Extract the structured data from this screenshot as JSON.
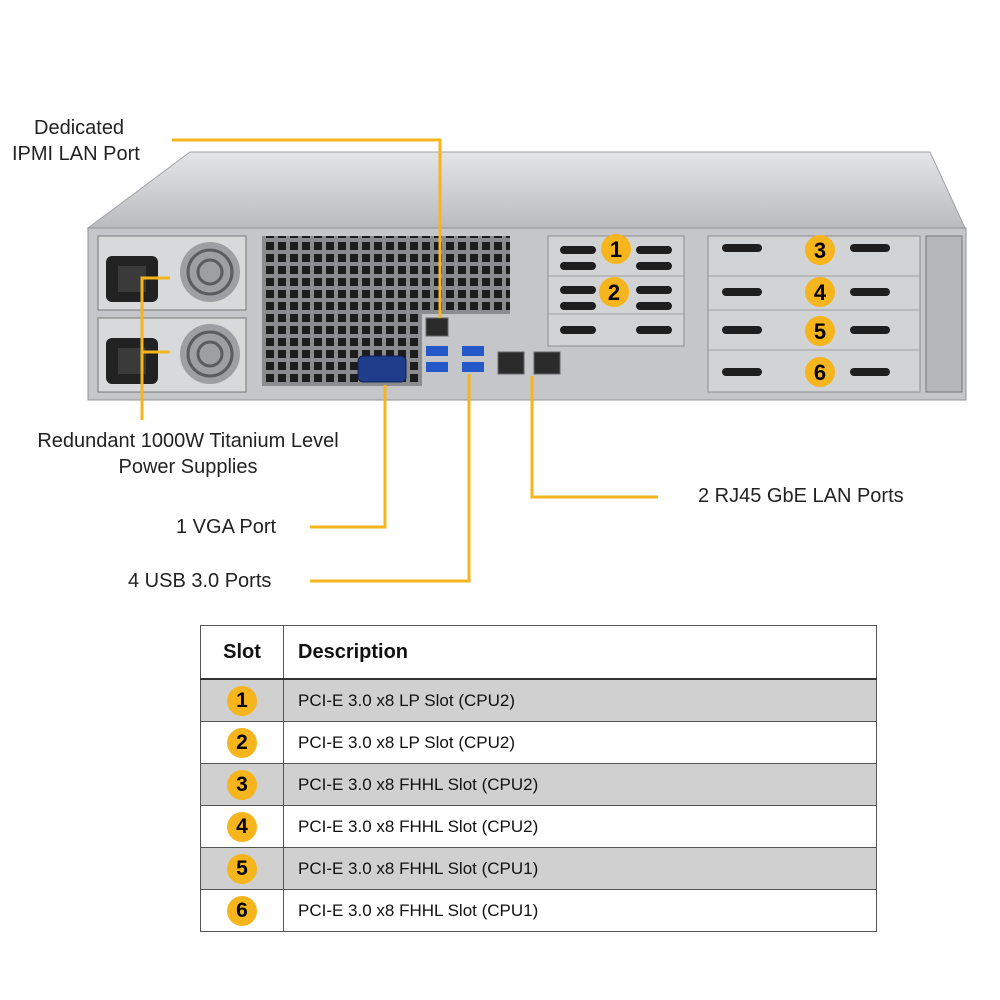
{
  "callouts": {
    "ipmi_line1": "Dedicated",
    "ipmi_line2": "IPMI LAN Port",
    "psu_line1": "Redundant 1000W Titanium Level",
    "psu_line2": "Power Supplies",
    "vga": "1 VGA Port",
    "usb": "4 USB 3.0 Ports",
    "lan": "2 RJ45 GbE LAN Ports"
  },
  "slot_badges": [
    "1",
    "2",
    "3",
    "4",
    "5",
    "6"
  ],
  "table": {
    "header": {
      "slot": "Slot",
      "description": "Description"
    },
    "rows": [
      {
        "slot": "1",
        "description": "PCI-E 3.0 x8 LP Slot (CPU2)"
      },
      {
        "slot": "2",
        "description": "PCI-E 3.0 x8 LP Slot (CPU2)"
      },
      {
        "slot": "3",
        "description": "PCI-E 3.0 x8 FHHL Slot (CPU2)"
      },
      {
        "slot": "4",
        "description": "PCI-E 3.0 x8 FHHL Slot (CPU2)"
      },
      {
        "slot": "5",
        "description": "PCI-E 3.0 x8 FHHL Slot (CPU1)"
      },
      {
        "slot": "6",
        "description": "PCI-E 3.0 x8 FHHL Slot (CPU1)"
      }
    ]
  },
  "colors": {
    "callout_line": "#f6b51d",
    "badge": "#f6b51d",
    "chassis": "#c9cacc",
    "row_shade": "#d0d0d0"
  }
}
